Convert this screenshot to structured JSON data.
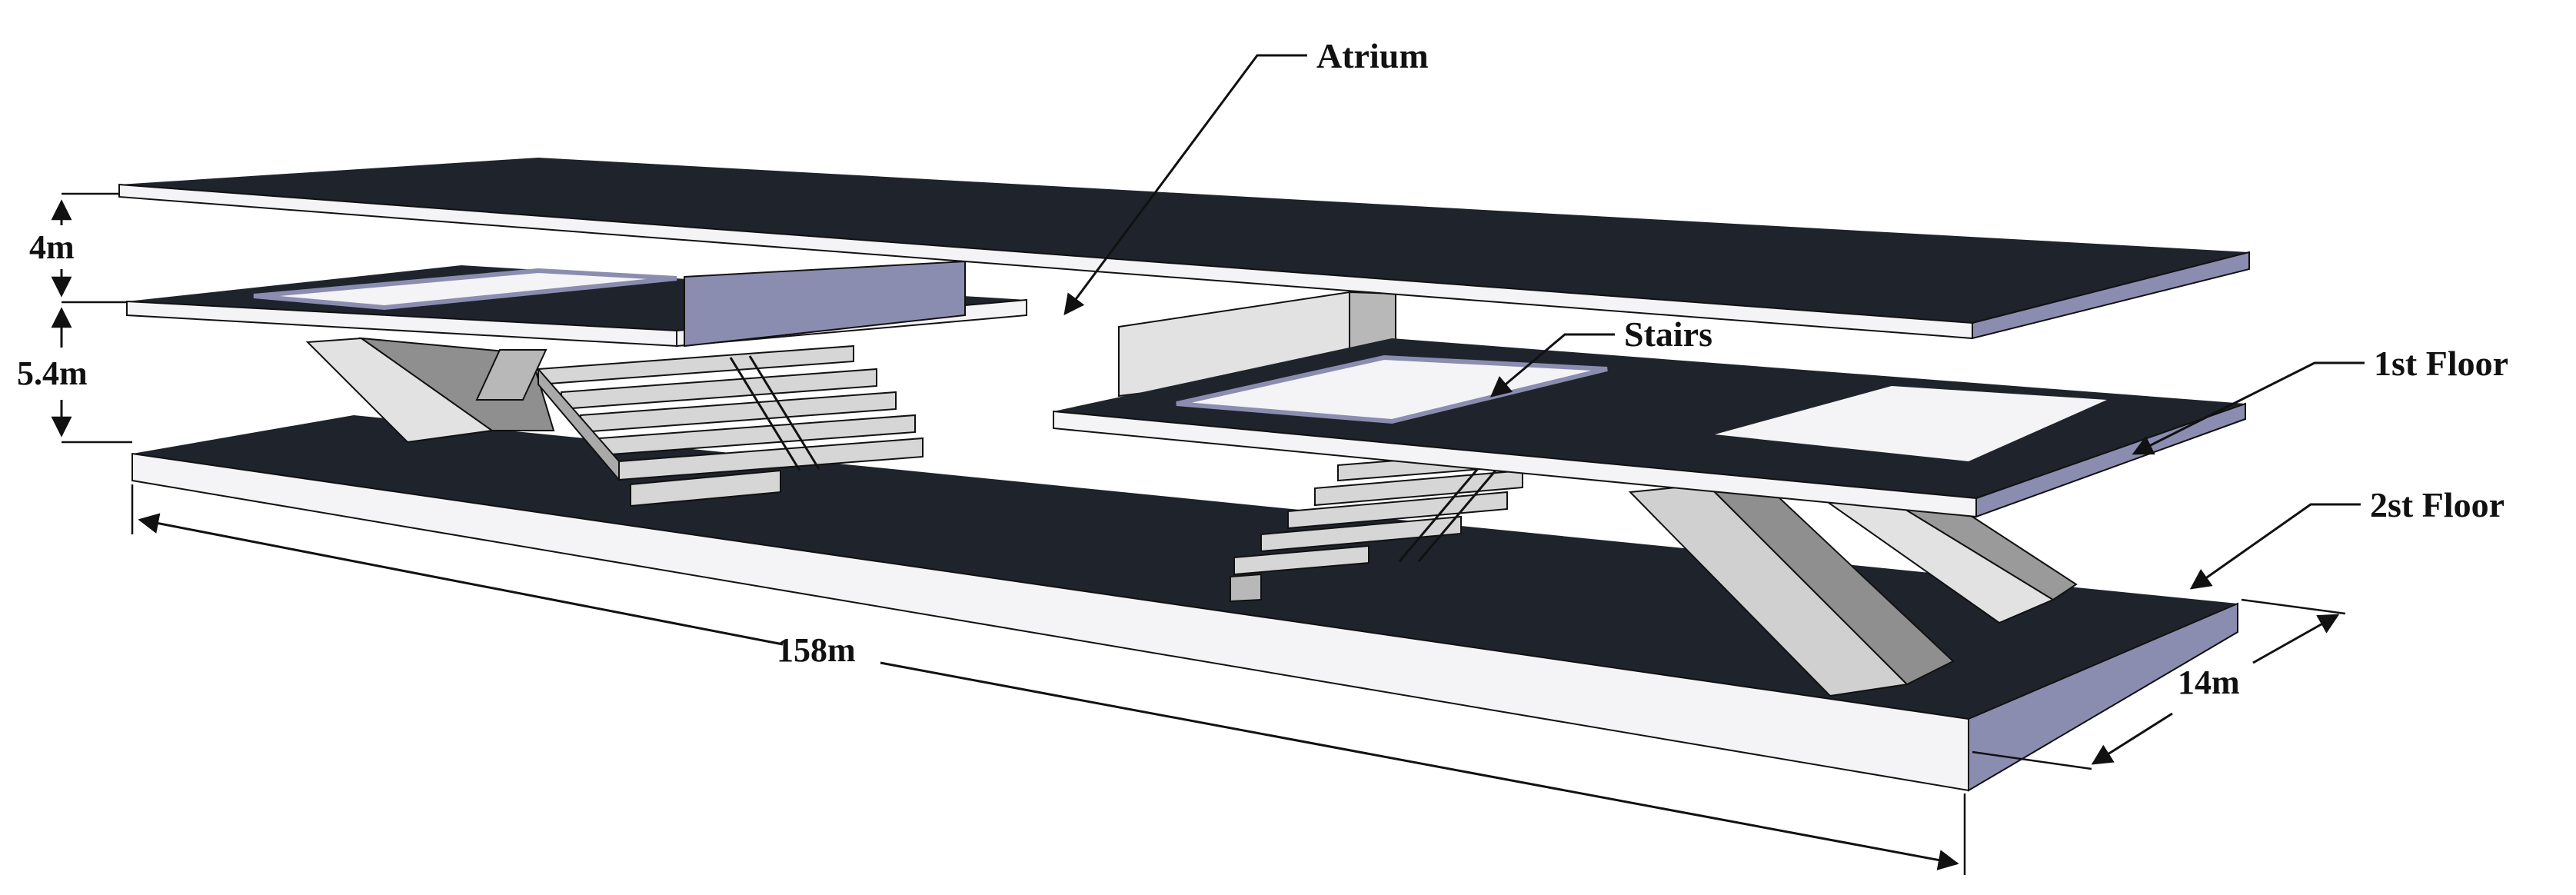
{
  "labels": {
    "atrium": "Atrium",
    "stairs": "Stairs",
    "first_floor": "1st Floor",
    "second_floor": "2st Floor"
  },
  "dimensions": {
    "top_height": "4m",
    "lower_height": "5.4m",
    "length": "158m",
    "width": "14m"
  },
  "colors": {
    "slab_top": "#1f232c",
    "slab_front": "#f4f4f6",
    "slab_side": "#8a8db0",
    "wall_light": "#e2e2e2",
    "wall_mid": "#b8b8b8",
    "wall_dark": "#8f8f8f",
    "stair_face": "#d6d6d6",
    "stair_tread": "#a9a9a9",
    "line": "#111111"
  }
}
